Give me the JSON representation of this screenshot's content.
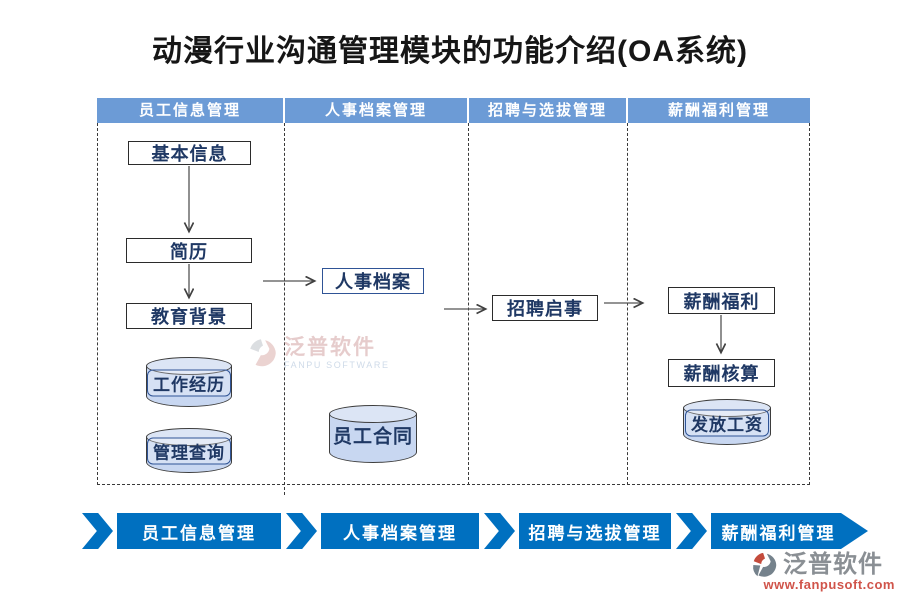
{
  "title": "动漫行业沟通管理模块的功能介绍(OA系统)",
  "columns": [
    {
      "header": "员工信息管理",
      "boxes": [
        "基本信息",
        "简历",
        "教育背景"
      ],
      "cylinders": [
        "工作经历",
        "管理查询"
      ]
    },
    {
      "header": "人事档案管理",
      "boxes": [
        "人事档案"
      ],
      "cylinders": [
        "员工合同"
      ]
    },
    {
      "header": "招聘与选拔管理",
      "boxes": [
        "招聘启事"
      ],
      "cylinders": []
    },
    {
      "header": "薪酬福利管理",
      "boxes": [
        "薪酬福利",
        "薪酬核算"
      ],
      "cylinders": [
        "发放工资"
      ]
    }
  ],
  "banners": [
    "员工信息管理",
    "人事档案管理",
    "招聘与选拔管理",
    "薪酬福利管理"
  ],
  "watermark": {
    "name": "泛普软件",
    "subtitle": "FANPU SOFTWARE"
  },
  "footer": {
    "brand": "泛普软件",
    "url": "www.fanpusoft.com"
  },
  "colors": {
    "header_blue": "#6C9BD6",
    "banner_blue": "#0070C0",
    "node_text": "#1F3864",
    "cylinder_fill": "#C8D7F1",
    "url_red": "#D0544A"
  }
}
